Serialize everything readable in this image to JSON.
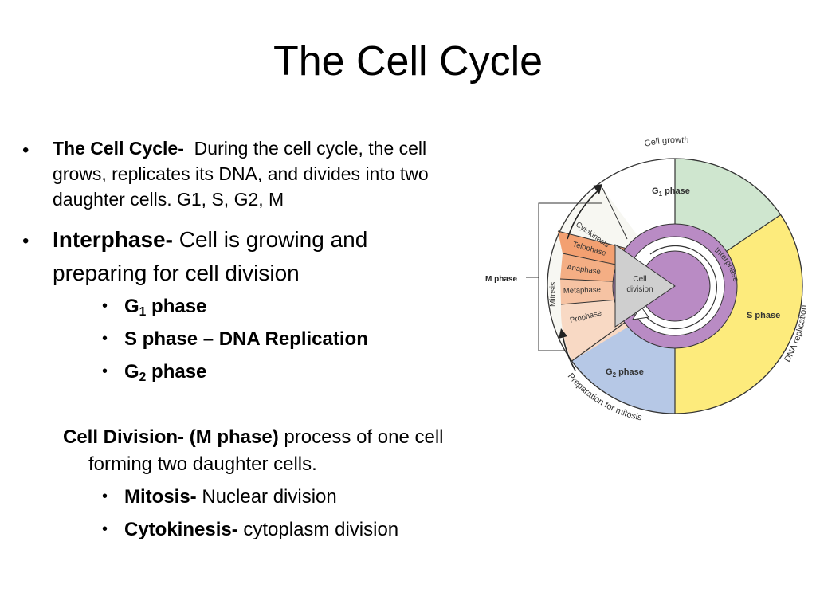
{
  "slide": {
    "title": "The Cell Cycle"
  },
  "bullets": {
    "cell_cycle": {
      "heading": "The Cell Cycle-",
      "text": "During the cell cycle, the cell grows, replicates its DNA, and divides into two daughter cells. G1, S, G2, M"
    },
    "interphase": {
      "heading": "Interphase-",
      "text": "Cell is growing and preparing for cell division",
      "sub": [
        {
          "main": "G",
          "subscript": "1",
          "rest": " phase"
        },
        {
          "main": "S phase – DNA Replication"
        },
        {
          "main": "G",
          "subscript": "2",
          "rest": " phase"
        }
      ]
    },
    "cell_division": {
      "heading": "Cell Division- (M phase)",
      "text": "process of one cell forming two daughter cells.",
      "sub": [
        {
          "heading": "Mitosis-",
          "text": "Nuclear division"
        },
        {
          "heading": "Cytokinesis-",
          "text": "cytoplasm division"
        }
      ]
    }
  },
  "diagram": {
    "labels": {
      "cell_growth": "Cell growth",
      "g1_main": "G",
      "g1_sub": "1",
      "g1_rest": " phase",
      "s_phase": "S phase",
      "g2_main": "G",
      "g2_sub": "2",
      "g2_rest": " phase",
      "dna_replication": "DNA replication",
      "prep_mitosis": "Preparation for mitosis",
      "m_phase": "M phase",
      "mitosis": "Mitosis",
      "interphase": "Interphase",
      "cell_division_1": "Cell",
      "cell_division_2": "division",
      "cytokinesis": "Cytokinesis",
      "telophase": "Telophase",
      "anaphase": "Anaphase",
      "metaphase": "Metaphase",
      "prophase": "Prophase"
    },
    "colors": {
      "g1": "#cfe6cf",
      "s": "#fdeb7c",
      "g2": "#b6c8e6",
      "interphase_ring": "#b98bc4",
      "cell_division_wedge": "#cfcfcf",
      "telophase": "#f3a071",
      "anaphase": "#f4ae84",
      "metaphase": "#f6c3a3",
      "prophase": "#f8d9c4"
    }
  }
}
